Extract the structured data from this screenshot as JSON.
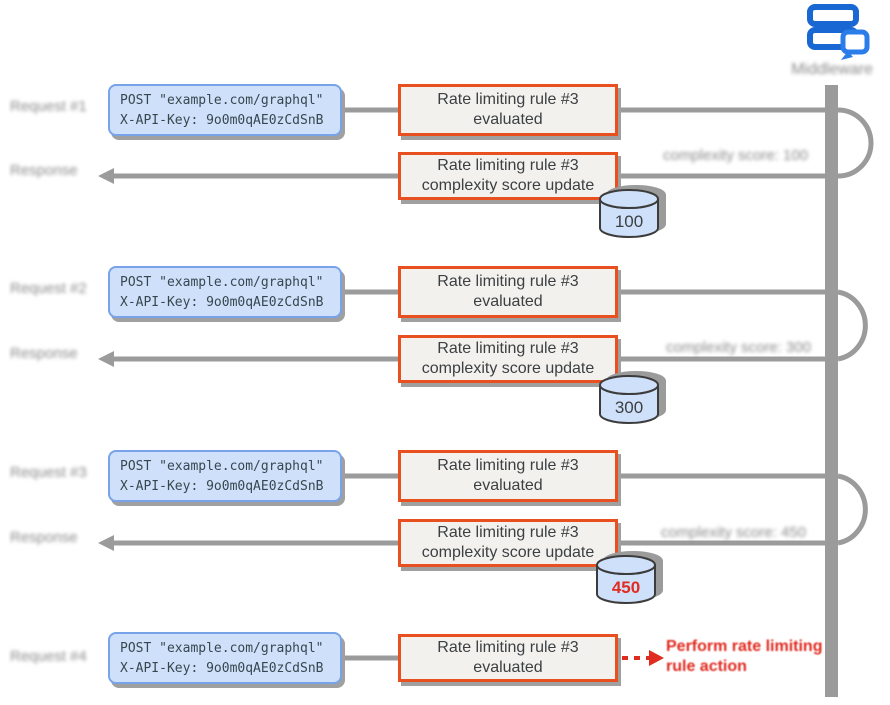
{
  "diagram": {
    "server_caption": "Middleware",
    "labels": {
      "request1": "Request #1",
      "response1": "Response",
      "request2": "Request #2",
      "response2": "Response",
      "request3": "Request #3",
      "response3": "Response",
      "request4": "Request #4"
    },
    "request_box": {
      "line1": "POST \"example.com/graphql\"",
      "line2": "X-API-Key: 9o0m0qAE0zCdSnB"
    },
    "rule_boxes": {
      "evaluated": "Rate limiting rule #3 evaluated",
      "update": "Rate limiting rule #3 complexity score update"
    },
    "db_values": {
      "first": "100",
      "second": "300",
      "third": "450"
    },
    "notes": {
      "first": "complexity score: 100",
      "second": "complexity score: 300",
      "third": "complexity score: 450"
    },
    "action_text": "Perform rate limiting rule action",
    "colors": {
      "orange": "#e8511f",
      "blue_box_fill": "#cfe1fa",
      "blue_box_border": "#78a3e8",
      "icon_blue": "#1967d2",
      "alert_red": "#e02b20",
      "line_gray": "#9b9b9b"
    }
  }
}
